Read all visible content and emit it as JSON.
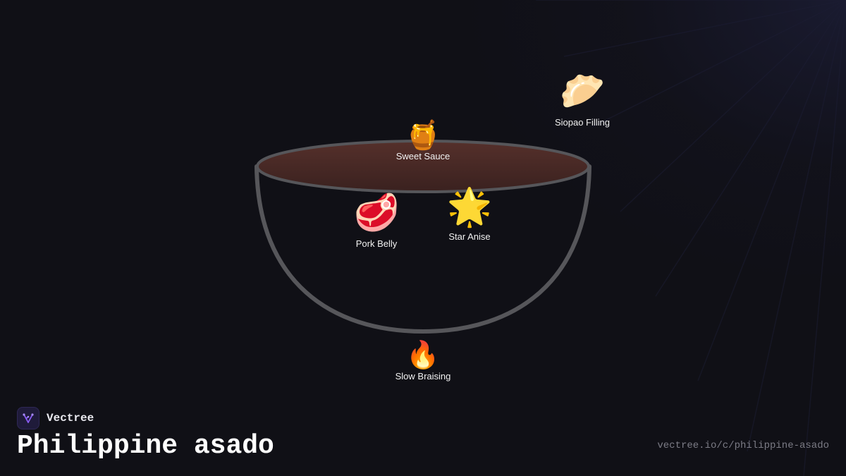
{
  "brand": {
    "name": "Vectree",
    "logo_icon": "vectree-tree-icon",
    "accent": "#8b5cf6"
  },
  "page": {
    "title": "Philippine asado",
    "url": "vectree.io/c/philippine-asado"
  },
  "ingredients": [
    {
      "label": "Sweet Sauce",
      "emoji": "🍯",
      "icon": "honey-pot-icon"
    },
    {
      "label": "Siopao Filling",
      "emoji": "🥟",
      "icon": "dumpling-icon"
    },
    {
      "label": "Pork Belly",
      "emoji": "🥩",
      "icon": "meat-icon"
    },
    {
      "label": "Star Anise",
      "emoji": "🌟",
      "icon": "star-icon"
    },
    {
      "label": "Slow Braising",
      "emoji": "🔥",
      "icon": "fire-icon"
    }
  ],
  "colors": {
    "background": "#101016",
    "bowl_rim": "#56565a",
    "sauce_surface": "#4a2a26"
  }
}
